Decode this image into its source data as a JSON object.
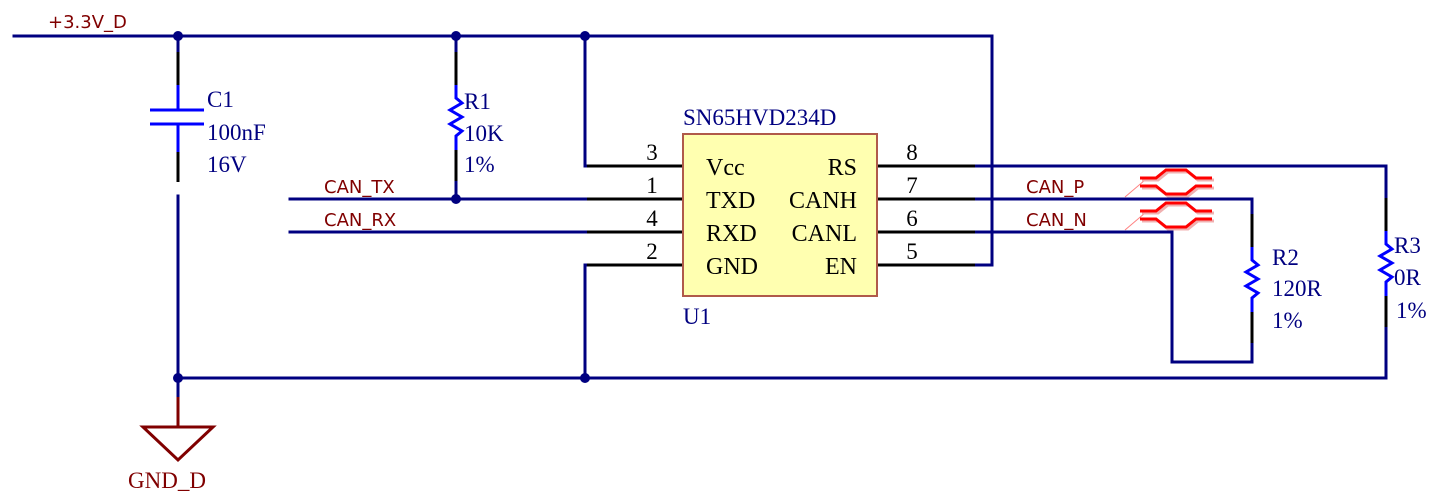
{
  "nets": {
    "power": "+3.3V_D",
    "ground": "GND_D",
    "can_tx": "CAN_TX",
    "can_rx": "CAN_RX",
    "can_p": "CAN_P",
    "can_n": "CAN_N"
  },
  "components": {
    "C1": {
      "designator": "C1",
      "value": "100nF",
      "rating": "16V"
    },
    "R1": {
      "designator": "R1",
      "value": "10K",
      "tolerance": "1%"
    },
    "R2": {
      "designator": "R2",
      "value": "120R",
      "tolerance": "1%"
    },
    "R3": {
      "designator": "R3",
      "value": "0R",
      "tolerance": "1%"
    },
    "U1": {
      "designator": "U1",
      "part": "SN65HVD234D",
      "left_pins": [
        {
          "number": "3",
          "name": "Vcc"
        },
        {
          "number": "1",
          "name": "TXD"
        },
        {
          "number": "4",
          "name": "RXD"
        },
        {
          "number": "2",
          "name": "GND"
        }
      ],
      "right_pins": [
        {
          "number": "8",
          "name": "RS"
        },
        {
          "number": "7",
          "name": "CANH"
        },
        {
          "number": "6",
          "name": "CANL"
        },
        {
          "number": "5",
          "name": "EN"
        }
      ]
    }
  },
  "colors": {
    "wire": "#000080",
    "component": "#0000FF",
    "net_label": "#800000",
    "ic_fill": "#FFFFB0",
    "ic_border": "#B05A4A",
    "diff_pair": "#FF0000"
  }
}
